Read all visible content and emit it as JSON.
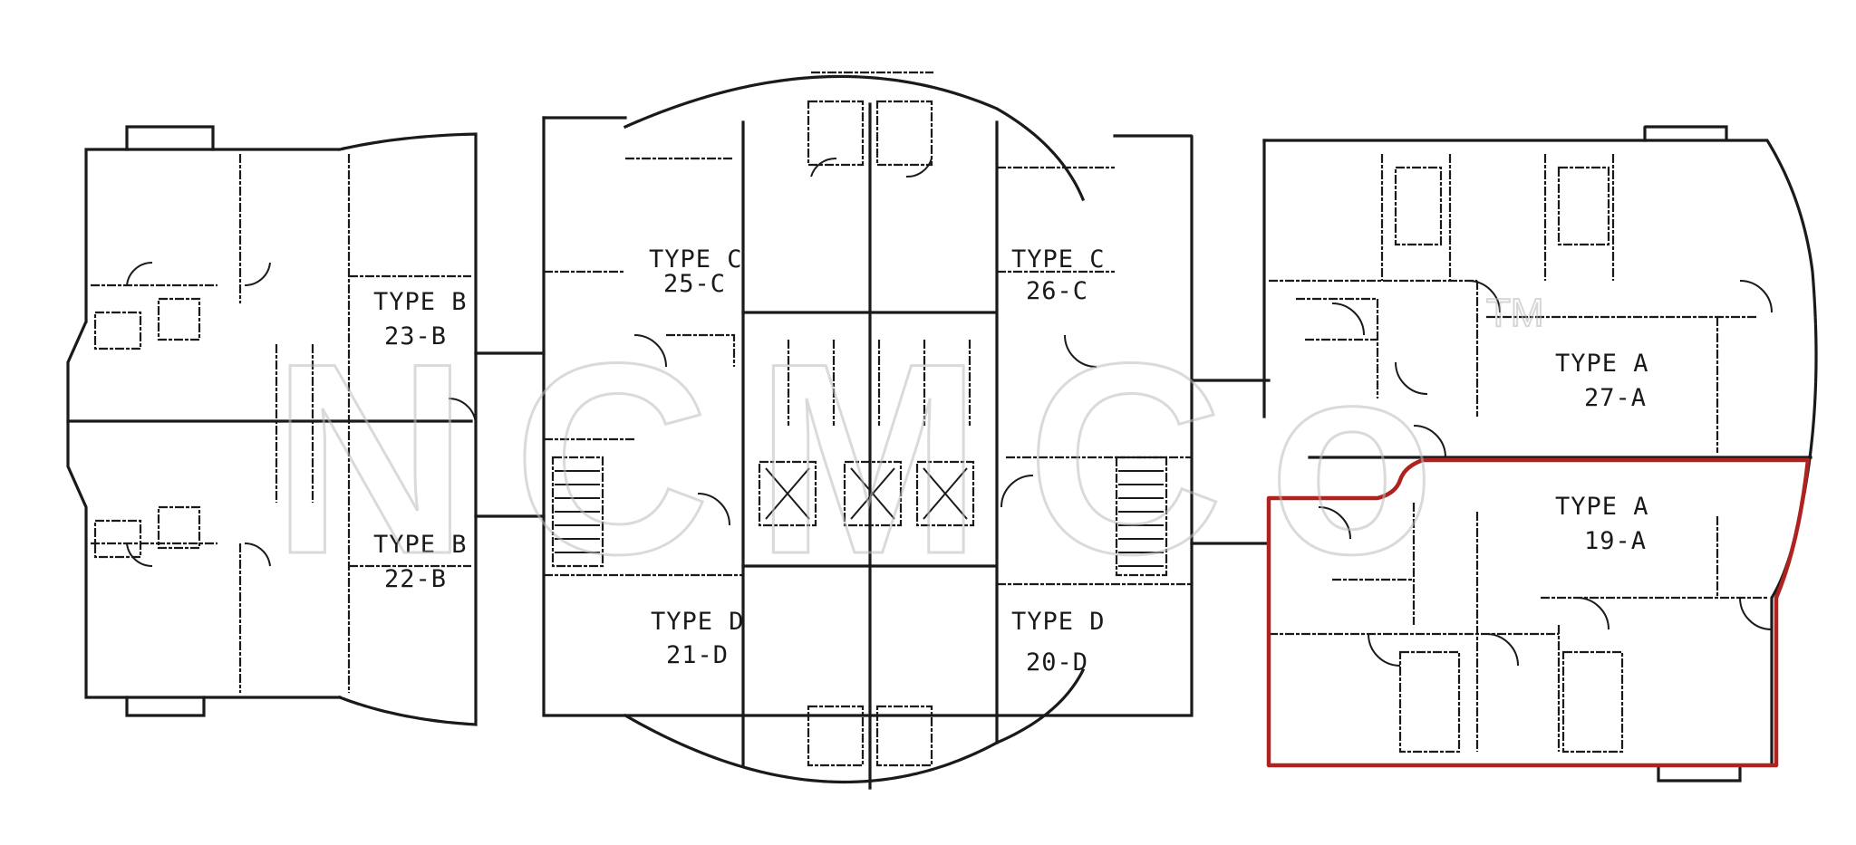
{
  "watermark": {
    "text": "NCMCo",
    "trademark": "TM"
  },
  "highlight_color": "#b0221f",
  "units": {
    "u23": {
      "type": "TYPE B",
      "number": "23-B"
    },
    "u22": {
      "type": "TYPE B",
      "number": "22-B"
    },
    "u25": {
      "type": "TYPE C",
      "number": "25-C"
    },
    "u26": {
      "type": "TYPE C",
      "number": "26-C"
    },
    "u21": {
      "type": "TYPE D",
      "number": "21-D"
    },
    "u20": {
      "type": "TYPE D",
      "number": "20-D"
    },
    "u27": {
      "type": "TYPE A",
      "number": "27-A"
    },
    "u19": {
      "type": "TYPE A",
      "number": "19-A"
    }
  },
  "selected_unit": "19-A"
}
